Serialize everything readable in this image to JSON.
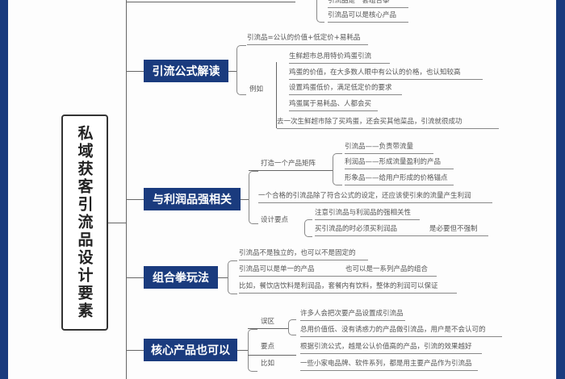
{
  "colors": {
    "brand": "#1a3b7e",
    "line": "#666666",
    "text": "#555555"
  },
  "root": {
    "title": "私域获客引流品设计要素"
  },
  "top_section": {
    "items": [
      "引流品是一套组合拳",
      "引流品可以是核心产品"
    ]
  },
  "branches": [
    {
      "label": "引流公式解读",
      "formula": "引流品=公认的价值+低定价+易耗品",
      "example_label": "例如",
      "examples": [
        "生鲜超市总用特价鸡蛋引流",
        "鸡蛋的价值，在大多数人眼中有公认的价格，也认知较高",
        "设置鸡蛋低价，满足低定价的要求",
        "鸡蛋属于易耗品、人都会买",
        "去一次生鲜超市除了买鸡蛋，还会买其他菜品，引流就很成功"
      ]
    },
    {
      "label": "与利润品强相关",
      "matrix_label": "打造一个产品矩阵",
      "matrix": [
        "引流品——负责带流量",
        "利润品——形成流量盈利的产品",
        "形象品——给用户形成的价格锚点"
      ],
      "qualified": "一个合格的引流品除了符合公式的设定，还应该使引来的流量产生利润",
      "design_label": "设计要点",
      "design_points": [
        "注意引流品与利润品的强相关性",
        "买引流品的时必须买利润品"
      ],
      "design_note": "是必要但不强制"
    },
    {
      "label": "组合拳玩法",
      "items": [
        "引流品不是独立的，也可以不是固定的",
        "引流品可以是单一的产品",
        "比如，餐饮店饮料是利润品，套餐内有饮料，整体的利润可以保证"
      ],
      "combo_note": "也可以是一系列产品的组合"
    },
    {
      "label": "核心产品也可以",
      "misunderstanding_label": "误区",
      "misunderstandings": [
        "许多人会把次要产品设置成引流品",
        "总用价值低、没有诱惑力的产品做引流品，用户是不会认可的"
      ],
      "key_label": "要点",
      "key_text": "根据引流公式，越是公认价值高的产品，引流的效果越好",
      "example_label": "比如",
      "example_text": "一些小家电品牌、软件系列，都是用主要产品作为引流品"
    }
  ]
}
